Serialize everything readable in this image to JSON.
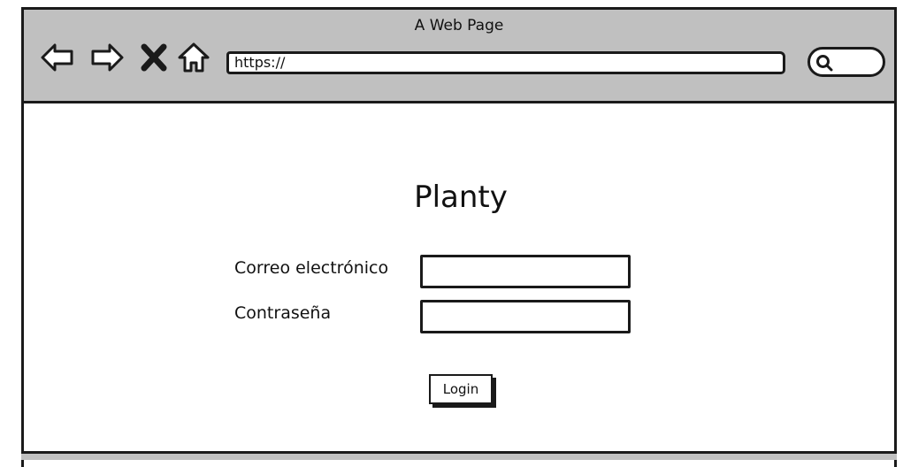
{
  "browser": {
    "window_title": "A Web Page",
    "url": "https://",
    "icons": {
      "back": "back-arrow-icon",
      "forward": "forward-arrow-icon",
      "stop": "close-icon",
      "home": "home-icon",
      "search": "search-icon"
    }
  },
  "login": {
    "app_title": "Planty",
    "email_label": "Correo electrónico",
    "email_value": "",
    "password_label": "Contraseña",
    "password_value": "",
    "login_button": "Login"
  },
  "colors": {
    "chrome_background": "#c0c0c0",
    "outline": "#1a1a1a",
    "page_background": "#ffffff"
  }
}
